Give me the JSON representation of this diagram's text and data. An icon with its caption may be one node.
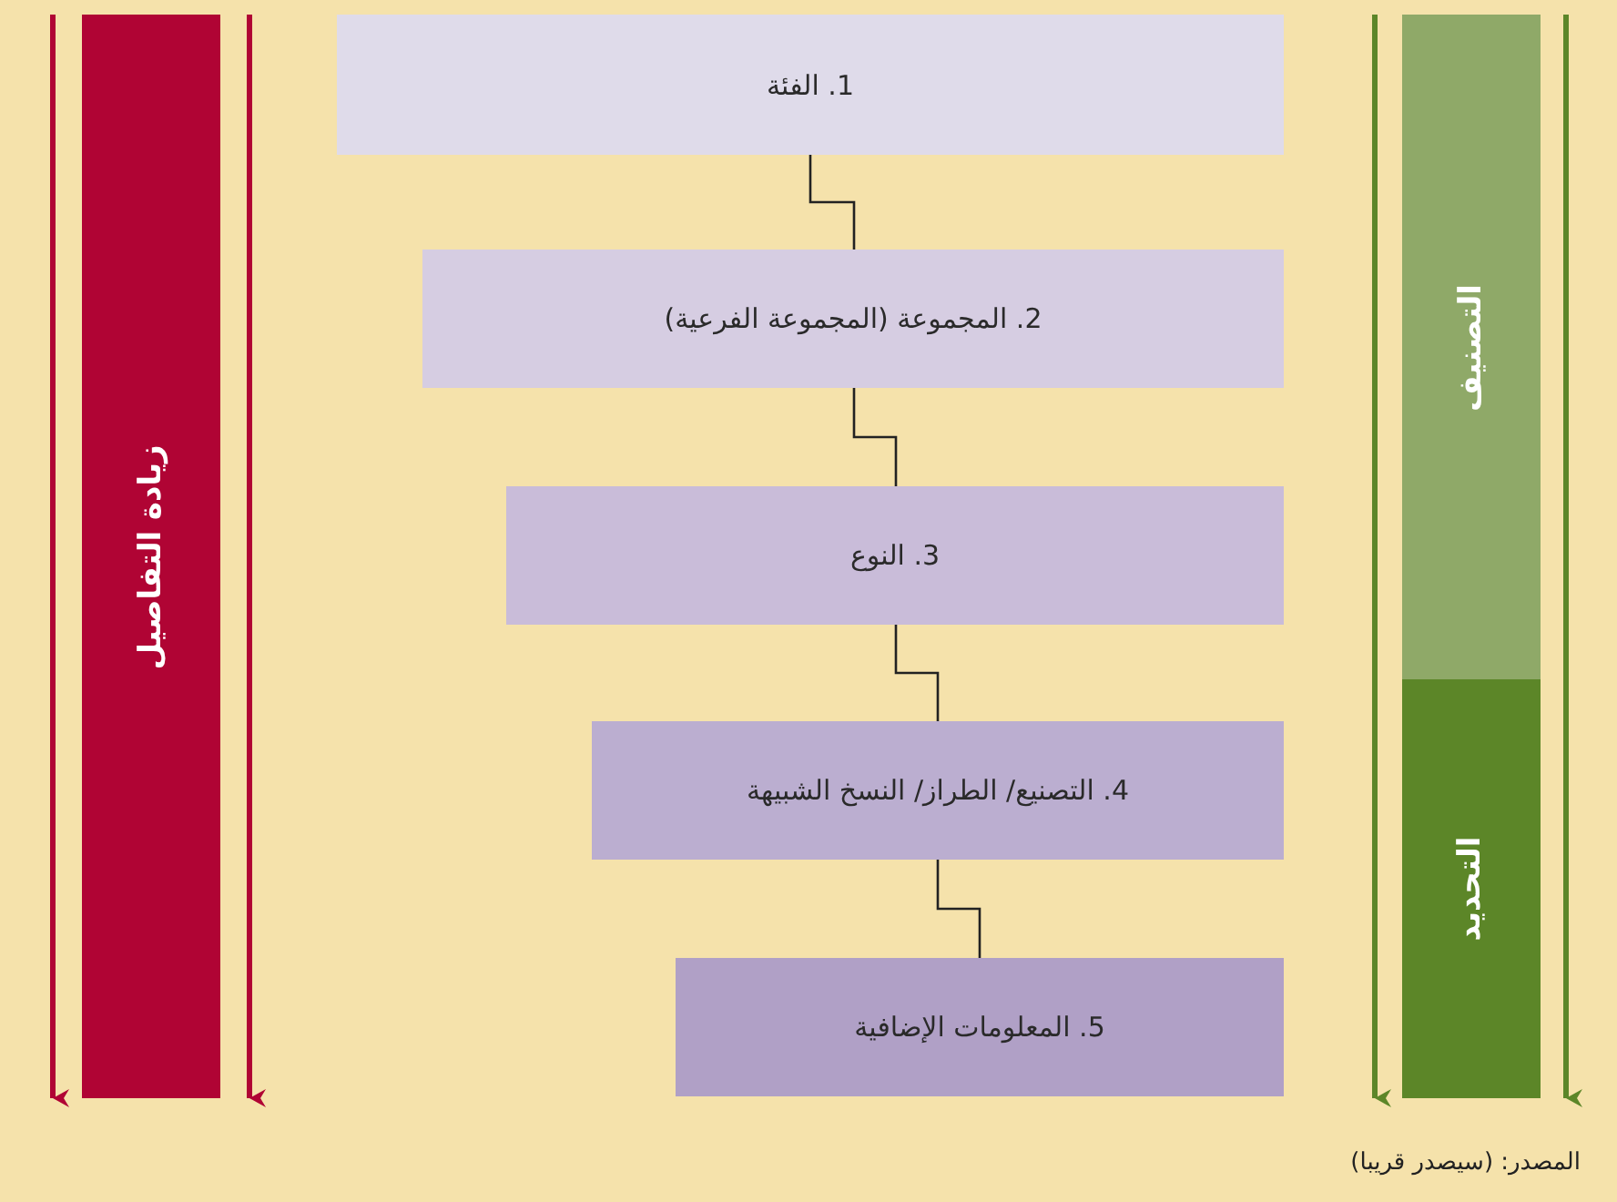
{
  "diagram": {
    "nodes": [
      {
        "text": [
          "1. الفئة"
        ]
      },
      {
        "text": [
          "2. المجموعة (المجموعة الفرعية)"
        ]
      },
      {
        "text": [
          "3. النوع"
        ]
      },
      {
        "text": [
          "4. التصنيع/ الطراز/ النسخ الشبيهة"
        ]
      },
      {
        "text": [
          "5. المعلومات الإضافية"
        ]
      },
      {
        "text": [
          "زيادة التفاصيل"
        ]
      },
      {
        "text": [
          "التصنيف"
        ]
      },
      {
        "text": [
          "التحديد"
        ]
      }
    ],
    "edges": [
      {
        "from": 0,
        "to": 1,
        "arrow": "none"
      },
      {
        "from": 1,
        "to": 2,
        "arrow": "none"
      },
      {
        "from": 2,
        "to": 3,
        "arrow": "none"
      },
      {
        "from": 3,
        "to": 4,
        "arrow": "none"
      }
    ],
    "labels": [
      "المصدر: (سيصدر قريبا)"
    ]
  }
}
